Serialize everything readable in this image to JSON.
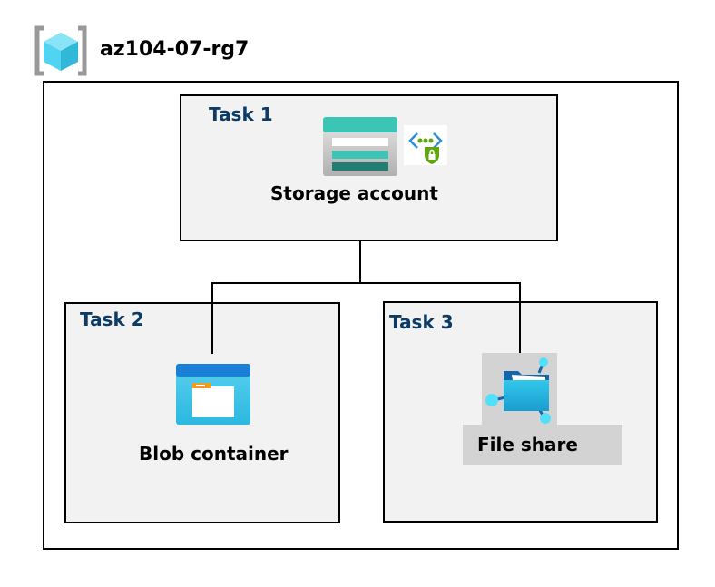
{
  "resource_group": {
    "name": "az104-07-rg7",
    "icon": "resource-group-icon"
  },
  "tasks": [
    {
      "label": "Task 1",
      "resource": "Storage account",
      "icons": [
        "storage-account-icon",
        "private-endpoint-icon"
      ]
    },
    {
      "label": "Task 2",
      "resource": "Blob container",
      "icons": [
        "blob-container-icon"
      ]
    },
    {
      "label": "Task 3",
      "resource": "File share",
      "icons": [
        "file-share-icon"
      ]
    }
  ],
  "colors": {
    "task_label": "#0c3b66",
    "box_fill": "#f2f2f2",
    "storage_teal": "#3cc4b4",
    "blob_blue": "#1a7fd6",
    "file_cyan": "#32c8ea",
    "shield_green": "#5ea50e"
  }
}
